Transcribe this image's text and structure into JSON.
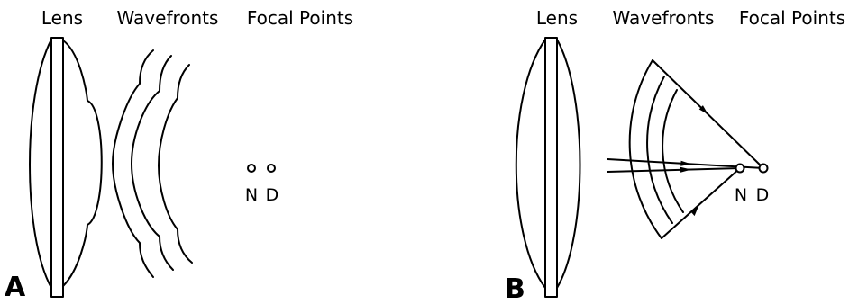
{
  "panel_a": {
    "panel_label": "A",
    "headers": {
      "lens": "Lens",
      "wavefronts": "Wavefronts",
      "focal_points": "Focal Points"
    },
    "focal_labels": {
      "near": "N",
      "distant": "D"
    }
  },
  "panel_b": {
    "panel_label": "B",
    "headers": {
      "lens": "Lens",
      "wavefronts": "Wavefronts",
      "focal_points": "Focal Points"
    },
    "focal_labels": {
      "near": "N",
      "distant": "D"
    }
  }
}
